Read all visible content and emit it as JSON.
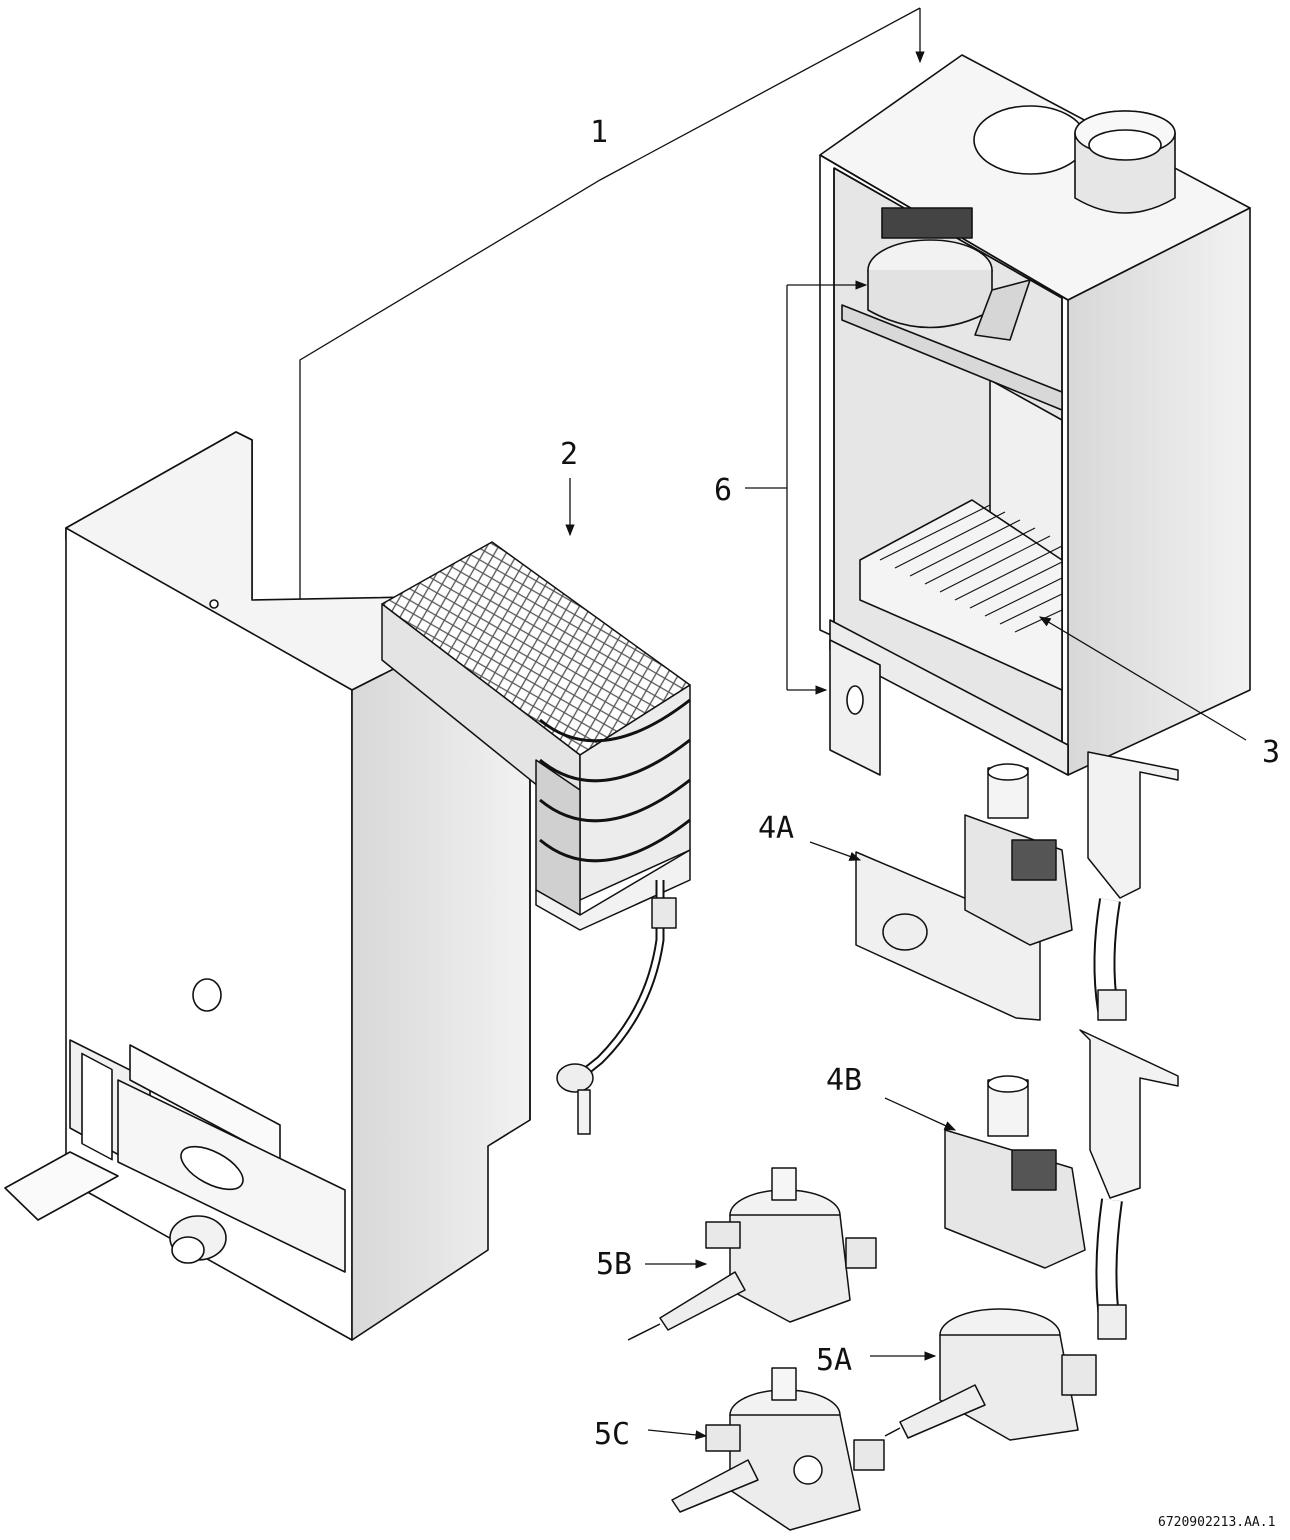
{
  "labels": {
    "l1": "1",
    "l2": "2",
    "l3": "3",
    "l4a": "4A",
    "l4b": "4B",
    "l5a": "5A",
    "l5b": "5B",
    "l5c": "5C",
    "l6": "6"
  },
  "reference_code": "6720902213.AA.1"
}
